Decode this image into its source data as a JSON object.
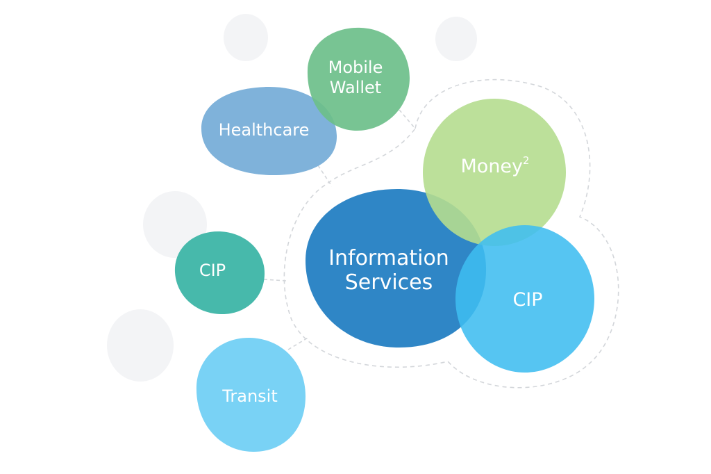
{
  "nodes": {
    "mobile_wallet": {
      "line1": "Mobile",
      "line2": "Wallet"
    },
    "healthcare": {
      "label": "Healthcare"
    },
    "money": {
      "label": "Money",
      "superscript": "2"
    },
    "information_services": {
      "line1": "Information",
      "line2": "Services"
    },
    "cip_main": {
      "label": "CIP"
    },
    "cip_small": {
      "label": "CIP"
    },
    "transit": {
      "label": "Transit"
    }
  },
  "colors": {
    "mobile_wallet": "#6cbf8a",
    "healthcare": "#7fb2da",
    "money": "#b5dd8f",
    "information_services": "#2f86c6",
    "cip_main": "#3fbdf0",
    "cip_small": "#3db5a6",
    "transit": "#79d2f5",
    "placeholder": "#f3f4f6",
    "connector": "#d3d6da"
  }
}
